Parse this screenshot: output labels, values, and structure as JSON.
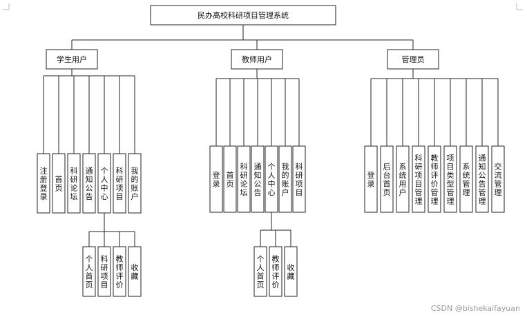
{
  "root": {
    "label": "民办高校科研项目管理系统"
  },
  "roles": [
    {
      "label": "学生用户",
      "modules": [
        "注册登录",
        "首页",
        "科研论坛",
        "通知公告",
        "个人中心",
        "科研项目",
        "我的账户"
      ],
      "submodules": [
        "个人首页",
        "科研项目",
        "教师评价",
        "收藏"
      ]
    },
    {
      "label": "教师用户",
      "modules": [
        "登录",
        "首页",
        "科研论坛",
        "通知公告",
        "个人中心",
        "我的账户",
        "科研项目"
      ],
      "submodules": [
        "个人首页",
        "教师评价",
        "收藏"
      ]
    },
    {
      "label": "管理员",
      "modules": [
        "登录",
        "后台首页",
        "系统用户",
        "科研项目管理",
        "教师评价管理",
        "项目类型管理",
        "系统管理",
        "通知公告管理",
        "交流管理"
      ],
      "submodules": []
    }
  ],
  "watermark": "CSDN @bishekaifayuan"
}
